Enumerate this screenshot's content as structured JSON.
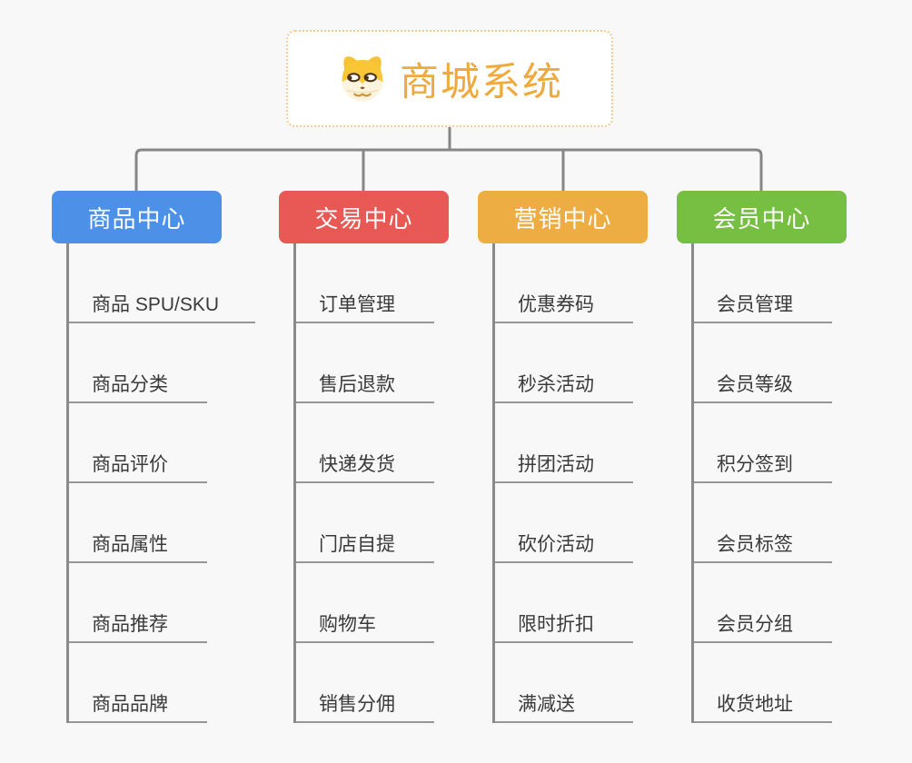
{
  "root": {
    "label": "商城系统",
    "icon": "dog-face-icon"
  },
  "branches": [
    {
      "label": "商品中心",
      "color": "#4D90E8",
      "items": [
        "商品 SPU/SKU",
        "商品分类",
        "商品评价",
        "商品属性",
        "商品推荐",
        "商品品牌"
      ]
    },
    {
      "label": "交易中心",
      "color": "#E85955",
      "items": [
        "订单管理",
        "售后退款",
        "快递发货",
        "门店自提",
        "购物车",
        "销售分佣"
      ]
    },
    {
      "label": "营销中心",
      "color": "#EDAD42",
      "items": [
        "优惠券码",
        "秒杀活动",
        "拼团活动",
        "砍价活动",
        "限时折扣",
        "满减送"
      ]
    },
    {
      "label": "会员中心",
      "color": "#76BF42",
      "items": [
        "会员管理",
        "会员等级",
        "积分签到",
        "会员标签",
        "会员分组",
        "收货地址"
      ]
    }
  ],
  "style": {
    "background": "#F8F8F8",
    "connector_color": "#868686",
    "leaf_line_color": "#979797",
    "leaf_text_color": "#3A3A3A",
    "root_border_color": "#F5CD90",
    "root_text_color": "#EFA93D"
  }
}
